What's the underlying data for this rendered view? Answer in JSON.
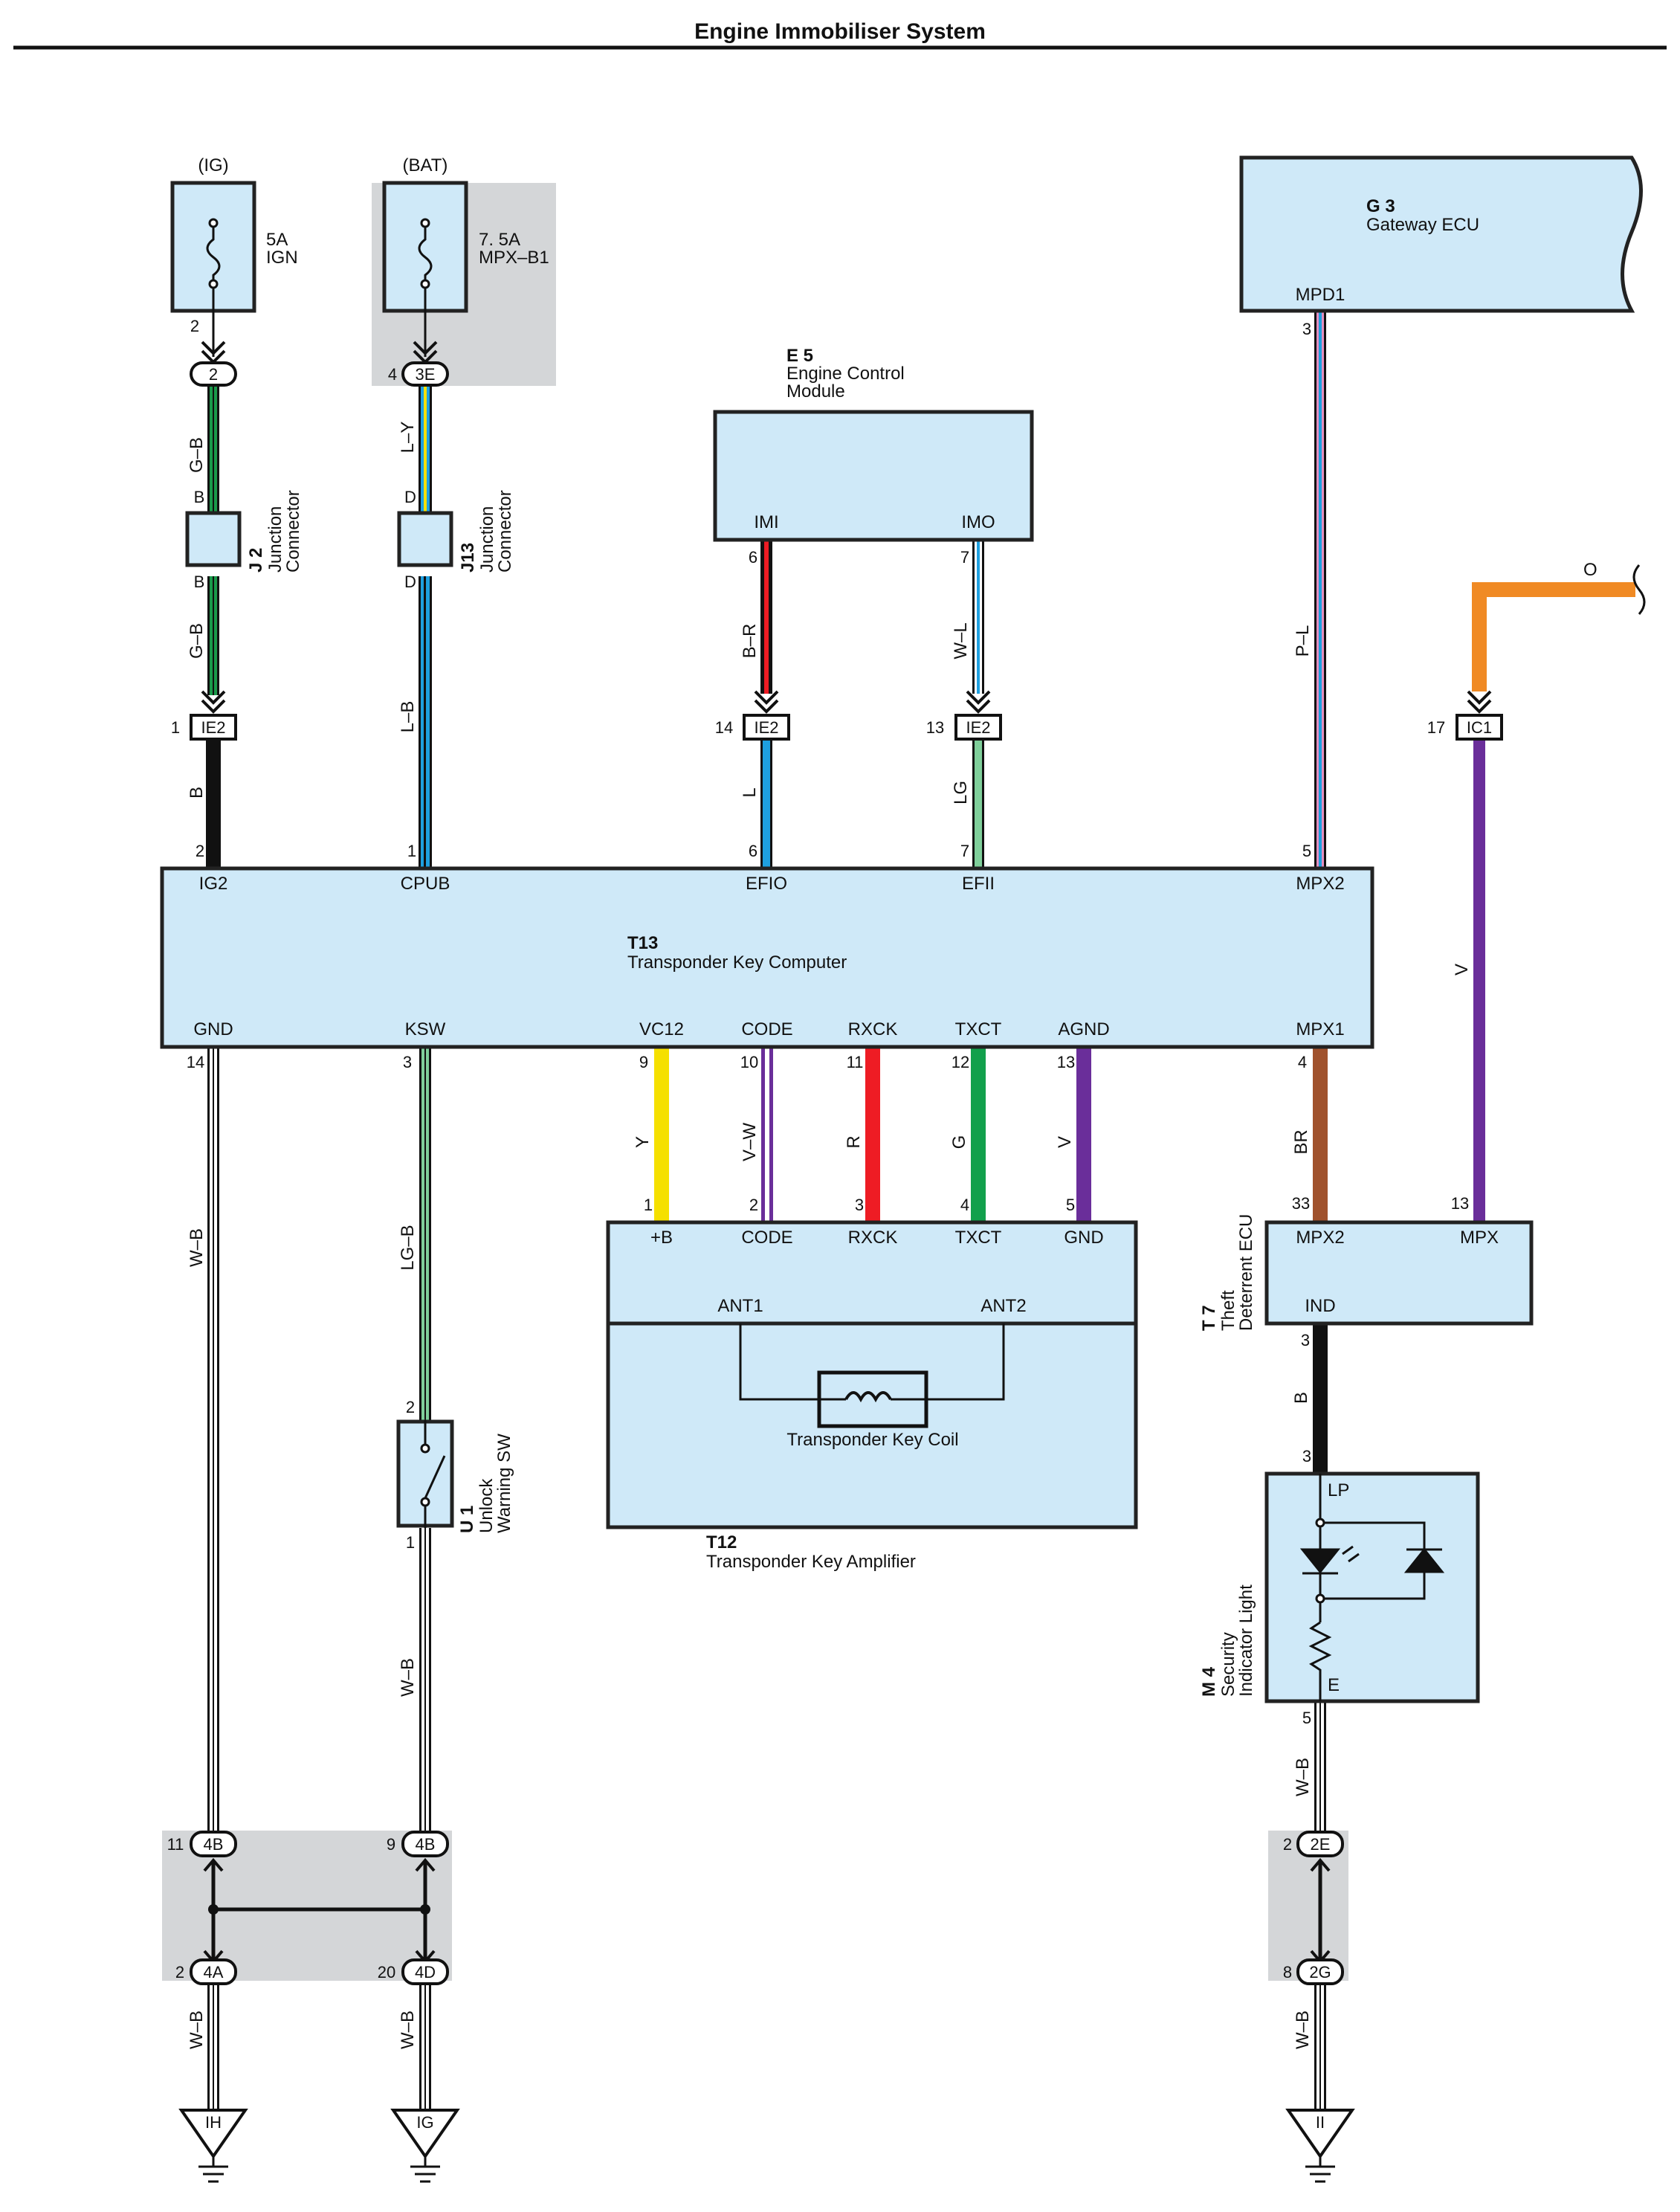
{
  "title": "Engine Immobiliser System",
  "colors": {
    "box_fill": "#cfe9f8",
    "shade": "#d4d6d8",
    "G-B": "#1a9a4a",
    "L-Y": "#1ea0e0",
    "B-R": "#111111",
    "W-L": "#1ea0e0",
    "P-L": "#e48fc0",
    "O": "#f08a24",
    "B": "#111111",
    "L": "#1ea0e0",
    "LG": "#7fcf9a",
    "V": "#6a2e9a",
    "Y": "#f5e000",
    "R": "#ee1c24",
    "G": "#12a04c",
    "BR": "#a0522d",
    "W-B": "#ffffff",
    "LG-B": "#7fcf9a"
  },
  "sources": {
    "ig": {
      "label": "(IG)",
      "fuse_amp": "5A",
      "fuse_name": "IGN",
      "pin": "2",
      "conn": "2"
    },
    "bat": {
      "label": "(BAT)",
      "fuse_amp": "7. 5A",
      "fuse_name": "MPX–B1",
      "pin": "4",
      "conn": "3E"
    }
  },
  "gateway": {
    "code": "G 3",
    "name": "Gateway ECU",
    "port": "MPD1",
    "pin": "3"
  },
  "ecm": {
    "code": "E 5",
    "name1": "Engine Control",
    "name2": "Module",
    "port1": "IMI",
    "port2": "IMO",
    "pin1": "6",
    "pin2": "7"
  },
  "junctions": {
    "j2": {
      "code": "J 2",
      "name1": "Junction",
      "name2": "Connector",
      "pin_top": "B",
      "pin_bot": "B"
    },
    "j13": {
      "code": "J13",
      "name1": "Junction",
      "name2": "Connector",
      "pin_top": "D",
      "pin_bot": "D"
    }
  },
  "wires": {
    "gb1": "G–B",
    "gb2": "G–B",
    "ly": "L–Y",
    "lb": "L–B",
    "br": "B–R",
    "wl": "W–L",
    "pl": "P–L",
    "o": "O",
    "b1": "B",
    "l": "L",
    "lg": "LG",
    "v1": "V",
    "wb1": "W–B",
    "lgb": "LG–B",
    "y": "Y",
    "vw": "V–W",
    "r": "R",
    "g": "G",
    "v2": "V",
    "br2": "BR",
    "b2": "B",
    "wb2": "W–B",
    "wb3": "W–B",
    "wb4": "W–B",
    "wb5": "W–B",
    "wb6": "W–B"
  },
  "inline": {
    "ie2a": {
      "conn": "IE2",
      "pin": "1"
    },
    "ie2b": {
      "conn": "IE2",
      "pin": "14"
    },
    "ie2c": {
      "conn": "IE2",
      "pin": "13"
    },
    "ic1": {
      "conn": "IC1",
      "pin": "17"
    }
  },
  "t13": {
    "code": "T13",
    "name": "Transponder Key Computer",
    "top_ports": [
      {
        "name": "IG2",
        "pin": "2"
      },
      {
        "name": "CPUB",
        "pin": "1"
      },
      {
        "name": "EFIO",
        "pin": "6"
      },
      {
        "name": "EFII",
        "pin": "7"
      },
      {
        "name": "MPX2",
        "pin": "5"
      }
    ],
    "bottom_ports": [
      {
        "name": "GND",
        "pin": "14"
      },
      {
        "name": "KSW",
        "pin": "3"
      },
      {
        "name": "VC12",
        "pin": "9"
      },
      {
        "name": "CODE",
        "pin": "10"
      },
      {
        "name": "RXCK",
        "pin": "11"
      },
      {
        "name": "TXCT",
        "pin": "12"
      },
      {
        "name": "AGND",
        "pin": "13"
      },
      {
        "name": "MPX1",
        "pin": "4"
      }
    ]
  },
  "t12": {
    "code": "T12",
    "name": "Transponder Key Amplifier",
    "ports": [
      {
        "name": "+B",
        "pin": "1"
      },
      {
        "name": "CODE",
        "pin": "2"
      },
      {
        "name": "RXCK",
        "pin": "3"
      },
      {
        "name": "TXCT",
        "pin": "4"
      },
      {
        "name": "GND",
        "pin": "5"
      }
    ],
    "ant1": "ANT1",
    "ant2": "ANT2",
    "coil": "Transponder Key Coil"
  },
  "t7": {
    "code": "T 7",
    "name1": "Theft",
    "name2": "Deterrent ECU",
    "port_mpx2": "MPX2",
    "port_mpx": "MPX",
    "port_ind": "IND",
    "pin_mpx2": "33",
    "pin_mpx": "13",
    "pin_ind": "3"
  },
  "u1": {
    "code": "U 1",
    "name1": "Unlock",
    "name2": "Warning SW",
    "pin_top": "2",
    "pin_bot": "1"
  },
  "m4": {
    "code": "M 4",
    "name1": "Security",
    "name2": "Indicator Light",
    "port_lp": "LP",
    "port_e": "E",
    "pin_top": "3",
    "pin_bot": "5"
  },
  "splices": {
    "c4b_l": {
      "conn": "4B",
      "pin": "11"
    },
    "c4b_r": {
      "conn": "4B",
      "pin": "9"
    },
    "c4a": {
      "conn": "4A",
      "pin": "2"
    },
    "c4d": {
      "conn": "4D",
      "pin": "20"
    },
    "c2e": {
      "conn": "2E",
      "pin": "2"
    },
    "c2g": {
      "conn": "2G",
      "pin": "8"
    }
  },
  "grounds": {
    "ih": "IH",
    "ig": "IG",
    "ii": "II"
  }
}
